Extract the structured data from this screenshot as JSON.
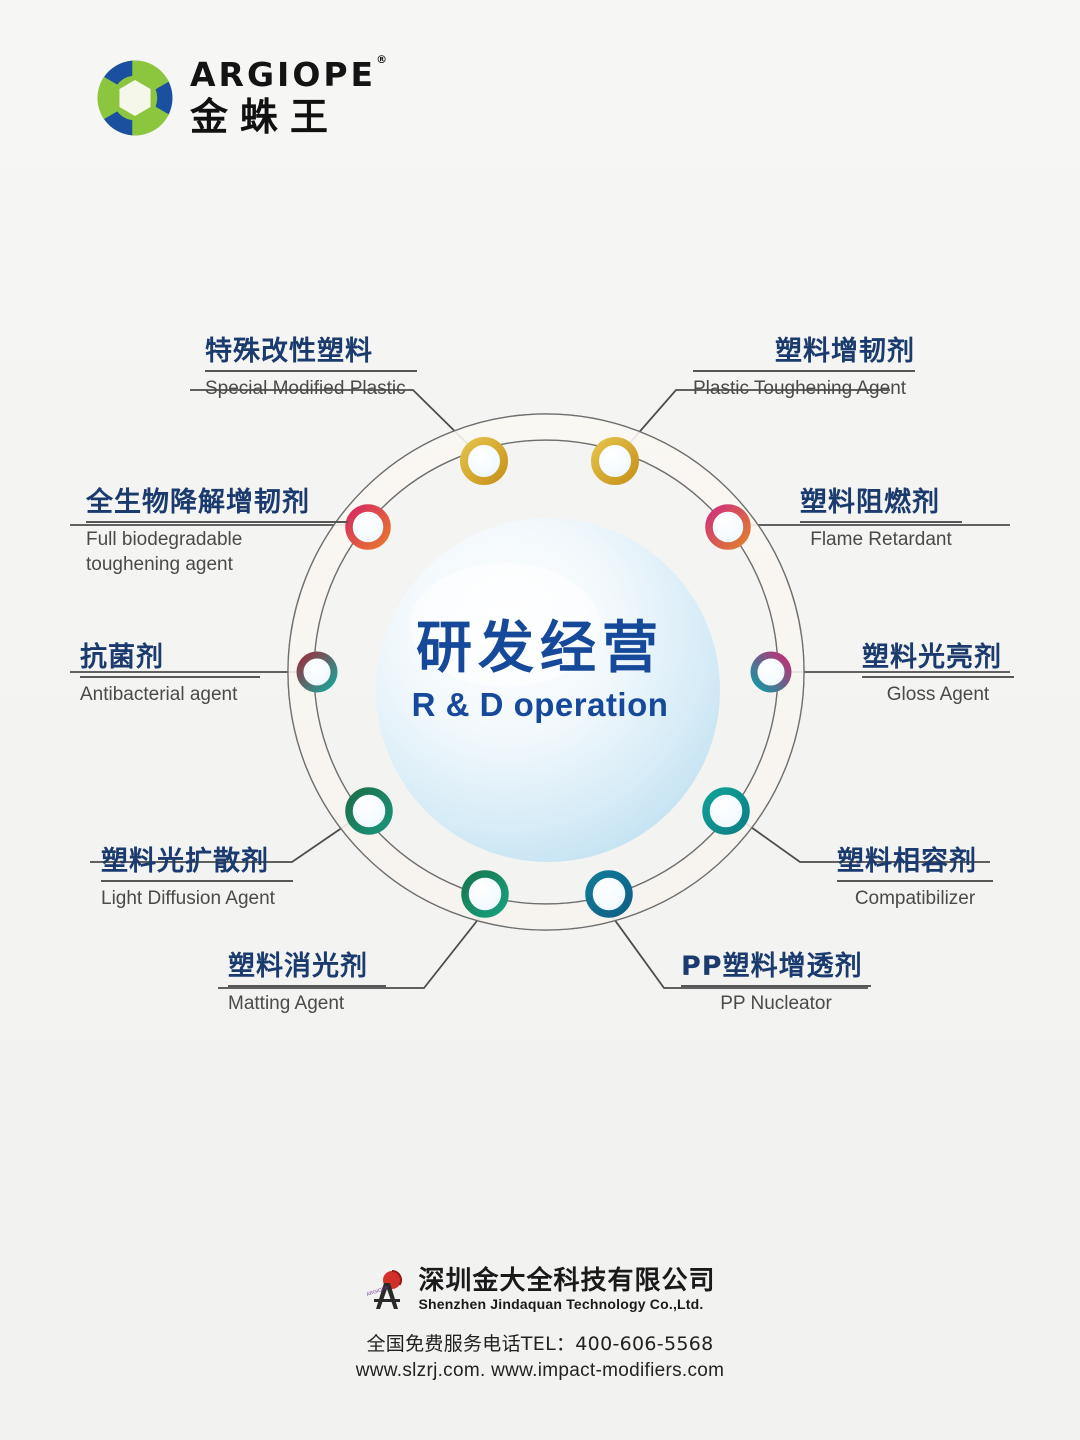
{
  "brand": {
    "logo_icon": "argiope-web-circle-logo",
    "english_name": "ARGIOPE",
    "registered_mark": "®",
    "chinese_name": "金蛛王"
  },
  "center": {
    "cn": "研发经营",
    "en": "R & D operation",
    "accent_color": "#17499a"
  },
  "nodes": [
    {
      "id": "special-modified-plastic",
      "cn": "特殊改性塑料",
      "en": "Special Modified Plastic",
      "ring_color": "#d9a323",
      "position": "top-left"
    },
    {
      "id": "plastic-toughening-agent",
      "cn": "塑料增韧剂",
      "en": "Plastic Toughening Agent",
      "ring_color": "#d9a323",
      "position": "top-right"
    },
    {
      "id": "full-biodegradable-toughening-agent",
      "cn": "全生物降解增韧剂",
      "en": "Full biodegradable\ntoughening agent",
      "en_line1": "Full biodegradable",
      "en_line2": "toughening agent",
      "ring_color": "#d63b6e",
      "position": "upper-left"
    },
    {
      "id": "flame-retardant",
      "cn": "塑料阻燃剂",
      "en": "Flame Retardant",
      "ring_color": "#d0357a",
      "position": "upper-right"
    },
    {
      "id": "antibacterial-agent",
      "cn": "抗菌剂",
      "en": "Antibacterial agent",
      "ring_color": "#9b3348",
      "position": "left"
    },
    {
      "id": "gloss-agent",
      "cn": "塑料光亮剂",
      "en": "Gloss Agent",
      "ring_color": "#1f9a9c",
      "position": "right"
    },
    {
      "id": "light-diffusion-agent",
      "cn": "塑料光扩散剂",
      "en": "Light Diffusion Agent",
      "ring_color": "#177a55",
      "position": "lower-left"
    },
    {
      "id": "compatibilizer",
      "cn": "塑料相容剂",
      "en": "Compatibilizer",
      "ring_color": "#12897f",
      "position": "lower-right"
    },
    {
      "id": "matting-agent",
      "cn": "塑料消光剂",
      "en": "Matting Agent",
      "ring_color": "#18875f",
      "position": "bottom-left"
    },
    {
      "id": "pp-nucleator",
      "cn": "PP塑料增透剂",
      "en": "PP  Nucleator",
      "ring_color": "#15718f",
      "position": "bottom-right"
    }
  ],
  "footer": {
    "logo_icon": "jindaquan-company-logo",
    "company_cn": "深圳金大全科技有限公司",
    "company_en": "Shenzhen Jindaquan Technology Co.,Ltd.",
    "tel_line": "全国免费服务电话TEL：400-606-5568",
    "web_line": "www.slzrj.com.    www.impact-modifiers.com"
  }
}
